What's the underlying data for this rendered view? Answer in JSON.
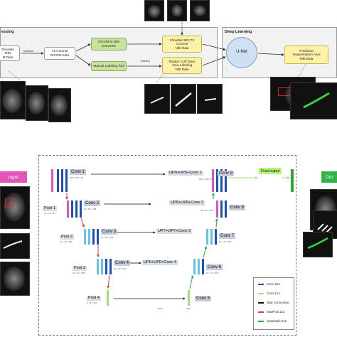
{
  "top": {
    "preprocessing_title": "essing",
    "deep_learning_title": "Deep Learning",
    "boxes": {
      "mri_source": "Shoulder MRI\nM Data",
      "t2_coronal": "T2 Coronal\nDICOM Data",
      "dicom_to_nifti": "DICOM to Nifti\nConverter",
      "manual_labeling": "Manual Labeling Tool",
      "shoulder_t2_nifti": "Shoulder MRI T2\nCoronal\nNifti Data",
      "rotator_cuff": "Rotator Cuff Tears\nArea Labeling\nNifti Data",
      "unet": "U-Net",
      "predicted": "Predicted\nSegmentation Area\nNifti Data"
    },
    "arrow_labels": {
      "selection": "selection",
      "labeling": "labeling"
    }
  },
  "bottom": {
    "input_tag": "Input",
    "output_tag": "Out",
    "input_tag_color": "#e056b8",
    "output_tag_color": "#34b24a",
    "conv": [
      "Conv 1",
      "Conv 2",
      "Conv 3",
      "Conv 4",
      "Conv 5",
      "Conv 6",
      "Conv 7",
      "Conv 8",
      "Conv 9"
    ],
    "pool": [
      "Pool 1",
      "Pool 2",
      "Pool 3",
      "Pool 4"
    ],
    "up": [
      "UP9+UP9+Conv 1",
      "UP8+UP8+Conv 2",
      "UP7+UP7+Conv 3",
      "UP6+UP6+Conv 4"
    ],
    "final_output": "Final output",
    "dims": {
      "c1": "128 × 128 × 64",
      "c9": "128 × 128 × 64",
      "p1": "64 × 64 × 64",
      "c2": "64 × 64 × 128",
      "c8": "64 × 64 × 128",
      "p2": "32 × 32 × 128",
      "c3": "32 × 32 × 256",
      "c7": "32 × 32 × 256",
      "p3": "16 × 16 × 256",
      "c4": "16 × 16 × 512",
      "c6": "16 × 16 × 512",
      "p4": "8 × 8 × 512",
      "c5a": "1024",
      "c5b": "1024"
    },
    "legend": [
      {
        "label": "Conv 3x3",
        "color": "#1f4fbf"
      },
      {
        "label": "Conv 1x1",
        "color": "#9be27a"
      },
      {
        "label": "Skip Connection",
        "color": "#111111"
      },
      {
        "label": "MaxPool 2x2",
        "color": "#e23a3a"
      },
      {
        "label": "Upsample 2x2",
        "color": "#2fa83a"
      }
    ]
  }
}
